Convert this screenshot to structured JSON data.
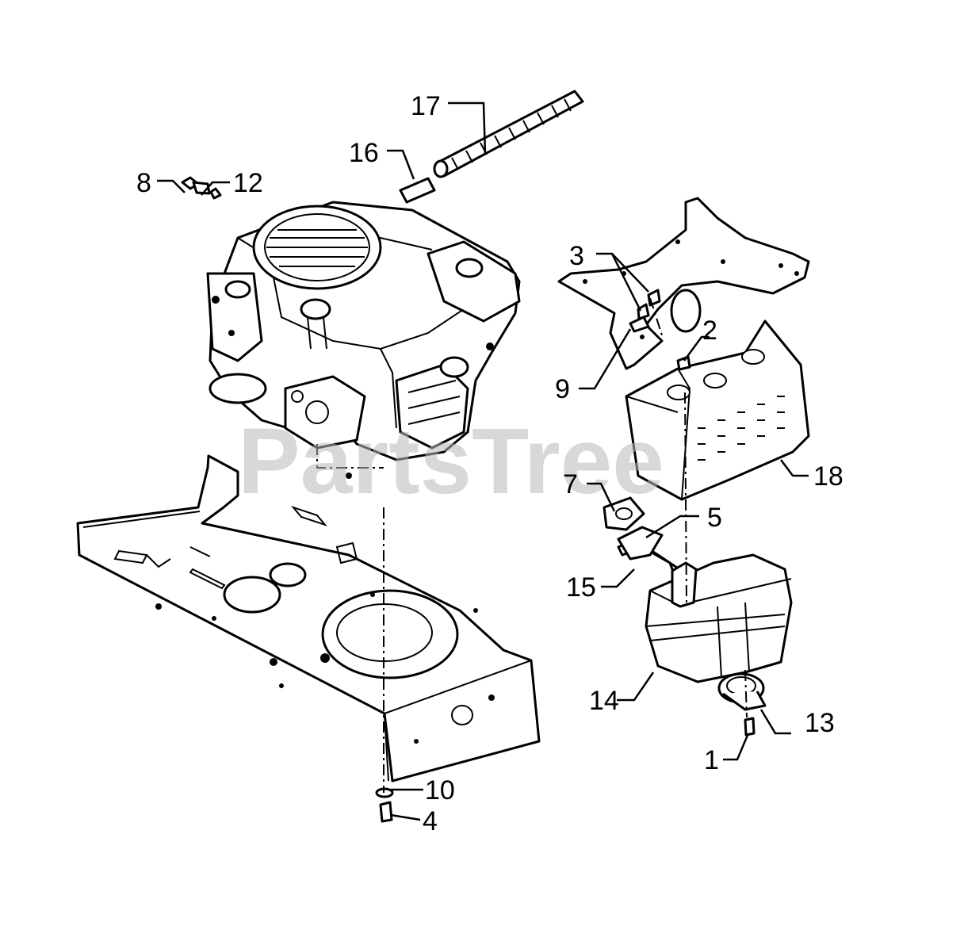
{
  "watermark": "PartsTree",
  "callouts": {
    "c1": "1",
    "c2": "2",
    "c3": "3",
    "c4": "4",
    "c5": "5",
    "c7": "7",
    "c8": "8",
    "c9": "9",
    "c10": "10",
    "c12": "12",
    "c13": "13",
    "c14": "14",
    "c15": "15",
    "c16": "16",
    "c17": "17",
    "c18": "18"
  }
}
